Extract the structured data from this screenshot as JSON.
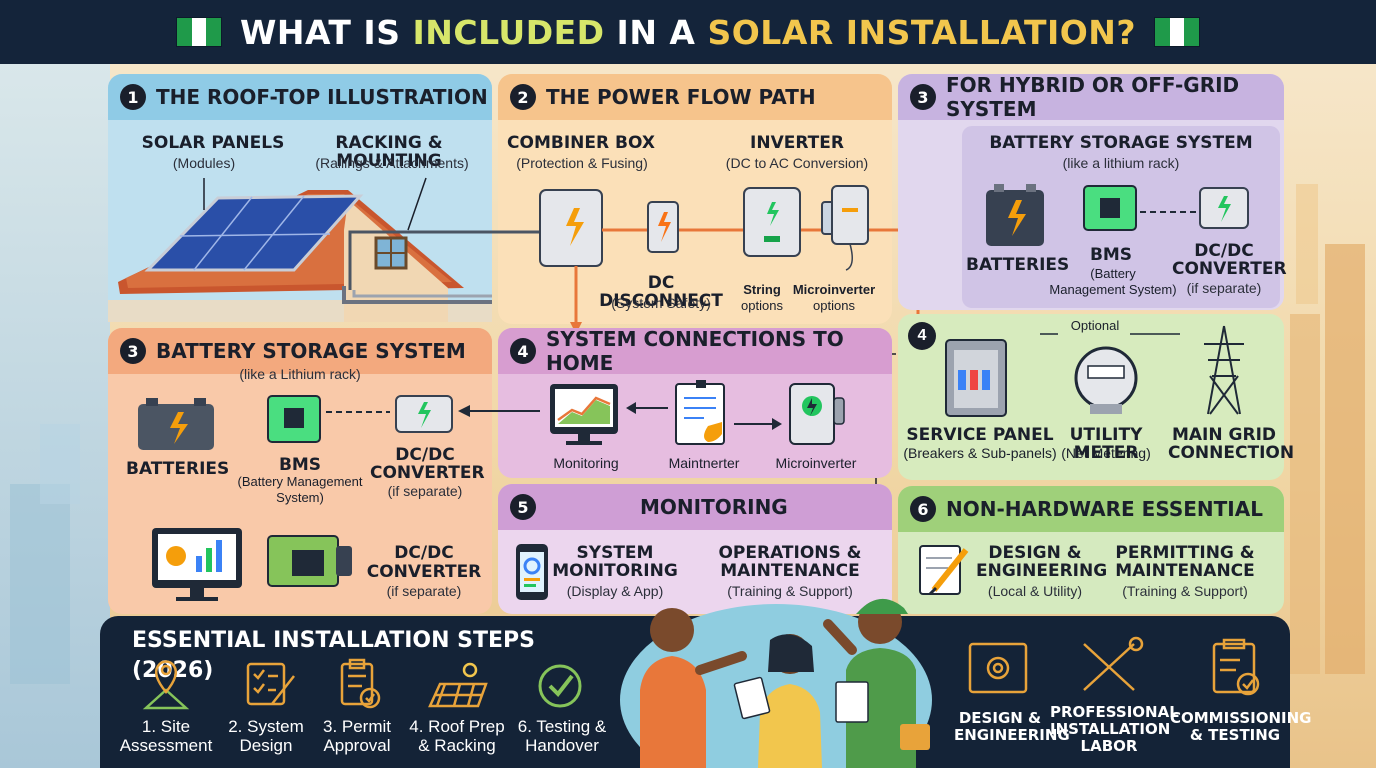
{
  "header": {
    "title_part1": "WHAT IS ",
    "title_part2": "INCLUDED",
    "title_part3": " IN A ",
    "title_part4": "SOLAR INSTALLATION?"
  },
  "panel1": {
    "number": "1",
    "title": "THE ROOF-TOP ILLUSTRATION",
    "solar_panels": "SOLAR PANELS",
    "solar_panels_sub": "(Modules)",
    "racking": "RACKING & MOUNTING",
    "racking_sub": "(Railings & Attachments)"
  },
  "panel2": {
    "number": "2",
    "title": "THE POWER FLOW PATH",
    "combiner": "COMBINER BOX",
    "combiner_sub": "(Protection & Fusing)",
    "inverter": "INVERTER",
    "inverter_sub": "(DC to AC Conversion)",
    "disconnect": "DC DISCONNECT",
    "disconnect_sub": "(System Safety)",
    "string_options_1": "String",
    "string_options_2": "options",
    "micro_options_1": "Microinverter",
    "micro_options_2": "options"
  },
  "panel3a": {
    "number": "3",
    "title": "FOR HYBRID OR OFF-GRID SYSTEM",
    "battery_system": "BATTERY STORAGE SYSTEM",
    "battery_system_sub": "(like a lithium rack)",
    "batteries": "BATTERIES",
    "bms": "BMS",
    "bms_sub_1": "(Battery",
    "bms_sub_2": "Management System)",
    "dcdc_1": "DC/DC",
    "dcdc_2": "CONVERTER",
    "dcdc_sub": "(if separate)"
  },
  "panel3b": {
    "number": "3",
    "title": "BATTERY STORAGE SYSTEM",
    "subtitle": "(like a Lithium rack)",
    "batteries": "BATTERIES",
    "bms": "BMS",
    "bms_sub_1": "(Battery Management",
    "bms_sub_2": "System)",
    "dcdc_1": "DC/DC",
    "dcdc_2": "CONVERTER",
    "dcdc_sub": "(if separate)",
    "dcdc2_1": "DC/DC",
    "dcdc2_2": "CONVERTER",
    "dcdc2_sub": "(if separate)"
  },
  "panel4a": {
    "number": "4",
    "title": "SYSTEM CONNECTIONS TO HOME",
    "monitoring": "Monitoring",
    "maintenance": "Maintnerter",
    "microinverter": "Microinverter"
  },
  "panel4b": {
    "number": "4",
    "optional": "Optional",
    "service_panel": "SERVICE PANEL",
    "service_panel_sub": "(Breakers & Sub-panels)",
    "utility_meter": "UTILITY METER",
    "utility_meter_sub": "(Net Metering)",
    "grid_1": "MAIN GRID",
    "grid_2": "CONNECTION"
  },
  "panel5": {
    "number": "5",
    "title": "MONITORING",
    "sys_mon_1": "SYSTEM",
    "sys_mon_2": "MONITORING",
    "sys_mon_sub": "(Display & App)",
    "ops_1": "OPERATIONS &",
    "ops_2": "MAINTENANCE",
    "ops_sub": "(Training & Support)"
  },
  "panel6": {
    "number": "6",
    "title": "NON-HARDWARE ESSENTIAL",
    "design_1": "DESIGN &",
    "design_2": "ENGINEERING",
    "design_sub": "(Local & Utility)",
    "permit_1": "PERMITTING &",
    "permit_2": "MAINTENANCE",
    "permit_sub": "(Training & Support)"
  },
  "steps": {
    "title": "ESSENTIAL INSTALLATION STEPS (2026)",
    "items": [
      {
        "line1": "1. Site",
        "line2": "Assessment",
        "icon": "map-pin-icon"
      },
      {
        "line1": "2. System",
        "line2": "Design",
        "icon": "checklist-pencil-icon"
      },
      {
        "line1": "3. Permit",
        "line2": "Approval",
        "icon": "clipboard-check-icon"
      },
      {
        "line1": "4. Roof Prep",
        "line2": "& Racking",
        "icon": "solar-panel-sun-icon"
      },
      {
        "line1": "6. Testing &",
        "line2": "Handover",
        "icon": "check-circle-icon"
      }
    ],
    "right": [
      {
        "line1": "DESIGN &",
        "line2": "ENGINEERING",
        "line3": "",
        "icon": "blueprint-gear-icon"
      },
      {
        "line1": "PROFESSIONAL",
        "line2": "INSTALLATION",
        "line3": "LABOR",
        "icon": "wrench-screwdriver-icon"
      },
      {
        "line1": "COMMISSIONING",
        "line2": "& TESTING",
        "line3": "",
        "icon": "clipboard-check-icon"
      }
    ]
  },
  "colors": {
    "header_bg": "#14243a",
    "accent_green": "#d7e66a",
    "accent_yellow": "#f2c64d",
    "flow_orange": "#e8773a"
  }
}
